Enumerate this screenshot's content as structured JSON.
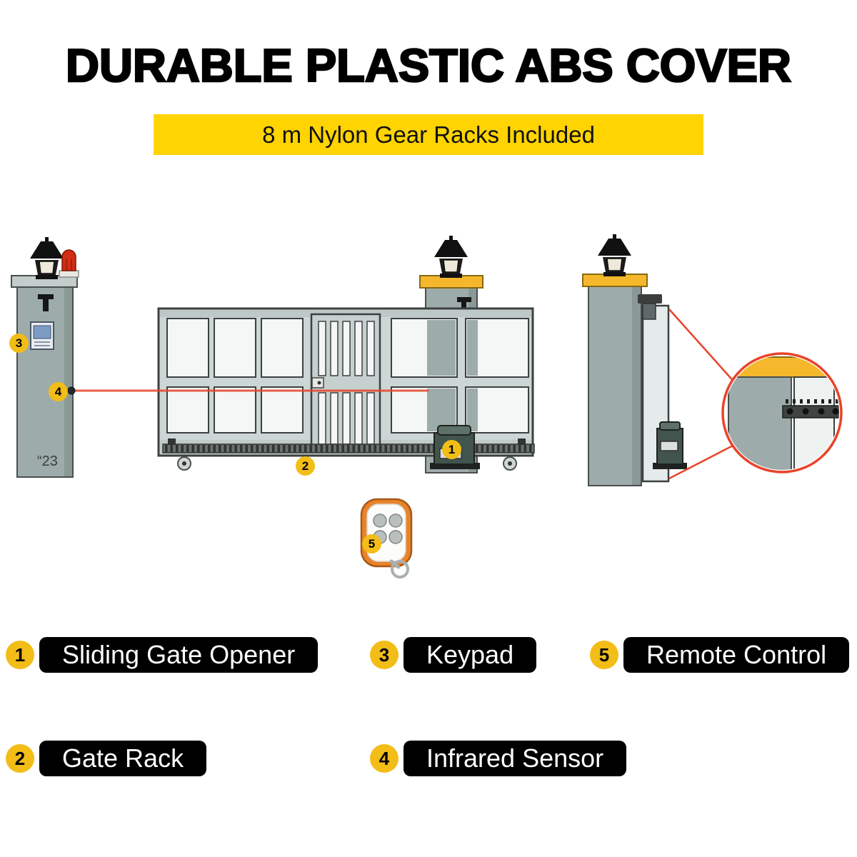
{
  "title": "DURABLE PLASTIC ABS COVER",
  "banner": {
    "text": "8 m Nylon Gear Racks Included"
  },
  "illustration": {
    "pillar_marking": "“23"
  },
  "legend": {
    "items": [
      {
        "num": "1",
        "label": "Sliding Gate Opener"
      },
      {
        "num": "2",
        "label": "Gate Rack"
      },
      {
        "num": "3",
        "label": "Keypad"
      },
      {
        "num": "4",
        "label": "Infrared Sensor"
      },
      {
        "num": "5",
        "label": "Remote Control"
      }
    ]
  },
  "colors": {
    "accent_yellow": "#FFD400",
    "badge_yellow": "#F2BD17",
    "cap_yellow": "#F5B82D",
    "laser_red": "#E8442A",
    "legend_pill_bg": "#000000",
    "legend_pill_text": "#FFFFFF",
    "remote_orange": "#E8832C"
  }
}
